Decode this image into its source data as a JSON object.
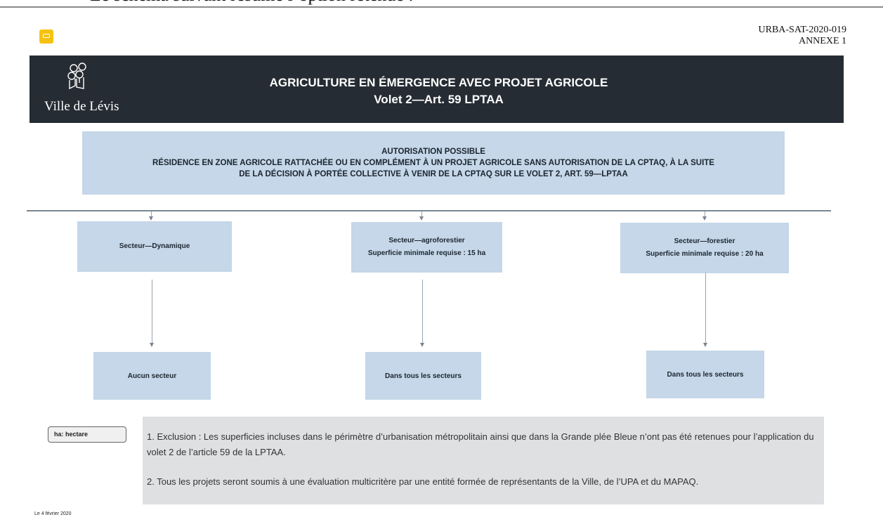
{
  "top_fragment": "Le schéma suivant résume l’option retenue :",
  "reference": {
    "code": "URBA-SAT-2020-019",
    "annex": "ANNEXE 1"
  },
  "banner": {
    "logo_text": "Ville de Lévis",
    "title_line1": "AGRICULTURE EN ÉMERGENCE AVEC PROJET AGRICOLE",
    "title_line2": "Volet 2—Art. 59  LPTAA"
  },
  "authorization": {
    "heading": "AUTORISATION POSSIBLE",
    "line1": "RÉSIDENCE EN ZONE AGRICOLE RATTACHÉE OU EN COMPLÉMENT À UN PROJET AGRICOLE SANS AUTORISATION DE LA CPTAQ, À LA SUITE",
    "line2": "DE LA DÉCISION  À PORTÉE COLLECTIVE À VENIR DE LA CPTAQ SUR LE VOLET 2, ART. 59—LPTAA"
  },
  "sectors": [
    {
      "name": "Secteur—Dynamique",
      "requirement": "",
      "result": "Aucun secteur"
    },
    {
      "name": "Secteur—agroforestier",
      "requirement": "Superficie minimale requise : 15 ha",
      "result": "Dans tous les secteurs"
    },
    {
      "name": "Secteur—forestier",
      "requirement": "Superficie minimale requise : 20 ha",
      "result": "Dans tous les secteurs"
    }
  ],
  "legend": "ha: hectare",
  "notes": {
    "item1": "1. Exclusion : Les superficies incluses dans le périmètre d’urbanisation métropolitain ainsi que dans la Grande plée Bleue n’ont pas été retenues pour l’application du volet 2 de l’article 59 de la LPTAA.",
    "item2": "2. Tous les projets seront soumis à une évaluation multicritère par une entité formée de représentants de la Ville, de l’UPA et du MAPAQ."
  },
  "date": "Le 4 février 2020",
  "colors": {
    "banner": "#262c33",
    "box": "#c5d7e8",
    "notes_bg": "#dfe0e2",
    "comment_icon": "#f5c211"
  },
  "icons": {
    "comment": "comment-icon",
    "logo": "ville-de-levis-logo-icon"
  }
}
